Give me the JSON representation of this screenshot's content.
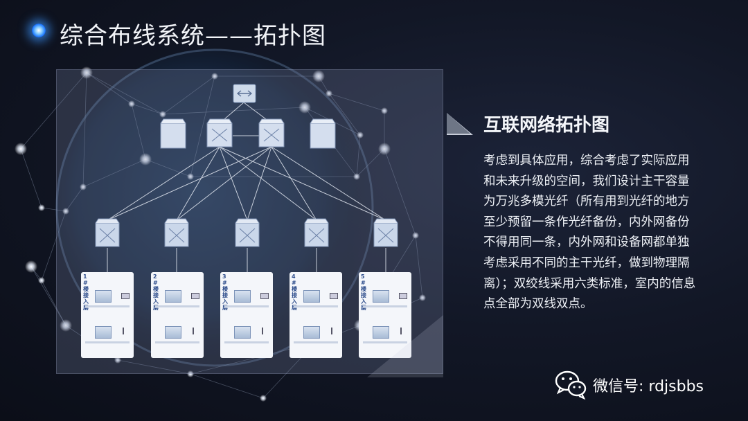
{
  "page": {
    "title": "综合布线系统——拓扑图"
  },
  "section": {
    "title": "互联网络拓扑图",
    "body": "考虑到具体应用，综合考虑了实际应用和未来升级的空间，我们设计主干容量为万兆多模光纤（所有用到光纤的地方至少预留一条作光纤备份，内外网备份不得用同一条，内外网和设备网都单独考虑采用不同的主干光纤，做到物理隔离）；双绞线采用六类标准，室内的信息点全部为双线双点。"
  },
  "diagram": {
    "floors": [
      {
        "label": "1#楼接入层"
      },
      {
        "label": "2#楼接入层"
      },
      {
        "label": "3#楼接入层"
      },
      {
        "label": "4#楼接入层"
      },
      {
        "label": "5#楼接入层"
      }
    ]
  },
  "footer": {
    "wechat_icon": "wechat-icon",
    "wechat_id": "微信号: rdjsbbs"
  },
  "colors": {
    "background": "#121726",
    "accent": "#1e78ff",
    "node": "#b8c8e0"
  }
}
